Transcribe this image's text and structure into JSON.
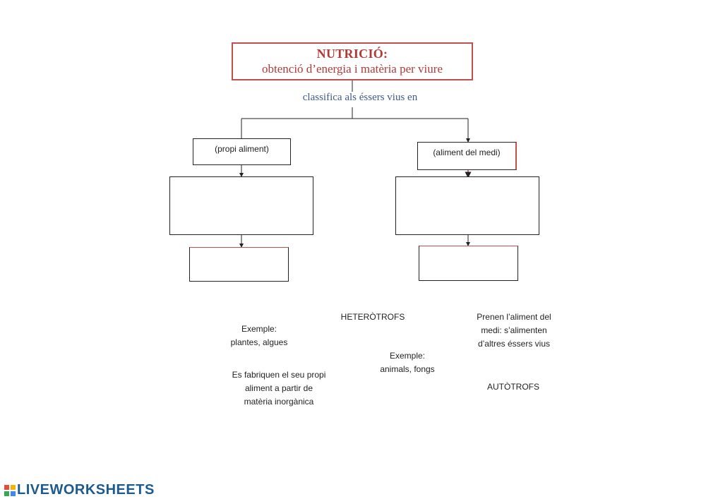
{
  "title": {
    "main": "NUTRICIÓ:",
    "subtitle": "obtenció d’energia i matèria per viure"
  },
  "connector_label": "classifica als éssers vius en",
  "boxes": {
    "left_top": "(propi aliment)",
    "right_top": "(aliment del medi)"
  },
  "word_bank": {
    "example_autotrophs": [
      "Exemple:",
      "plantes, algues"
    ],
    "heterotrophs": "HETERÒTROFS",
    "heterotroph_definition": [
      "Prenen l’aliment del",
      "medi: s’alimenten",
      "d’altres éssers vius"
    ],
    "example_heterotrophs": [
      "Exemple:",
      "animals, fongs"
    ],
    "autotroph_definition": [
      "Es fabriquen el seu propi",
      "aliment a partir de",
      "matèria inorgànica"
    ],
    "autotrophs": "AUTÒTROFS"
  },
  "footer": {
    "logo_text": "LIVEWORKSHEETS"
  },
  "colors": {
    "title_red": "#b03a36",
    "box_border_red": "#c0504d",
    "label_blue": "#3d5a8a",
    "logo_blue": "#1c5a8f"
  }
}
